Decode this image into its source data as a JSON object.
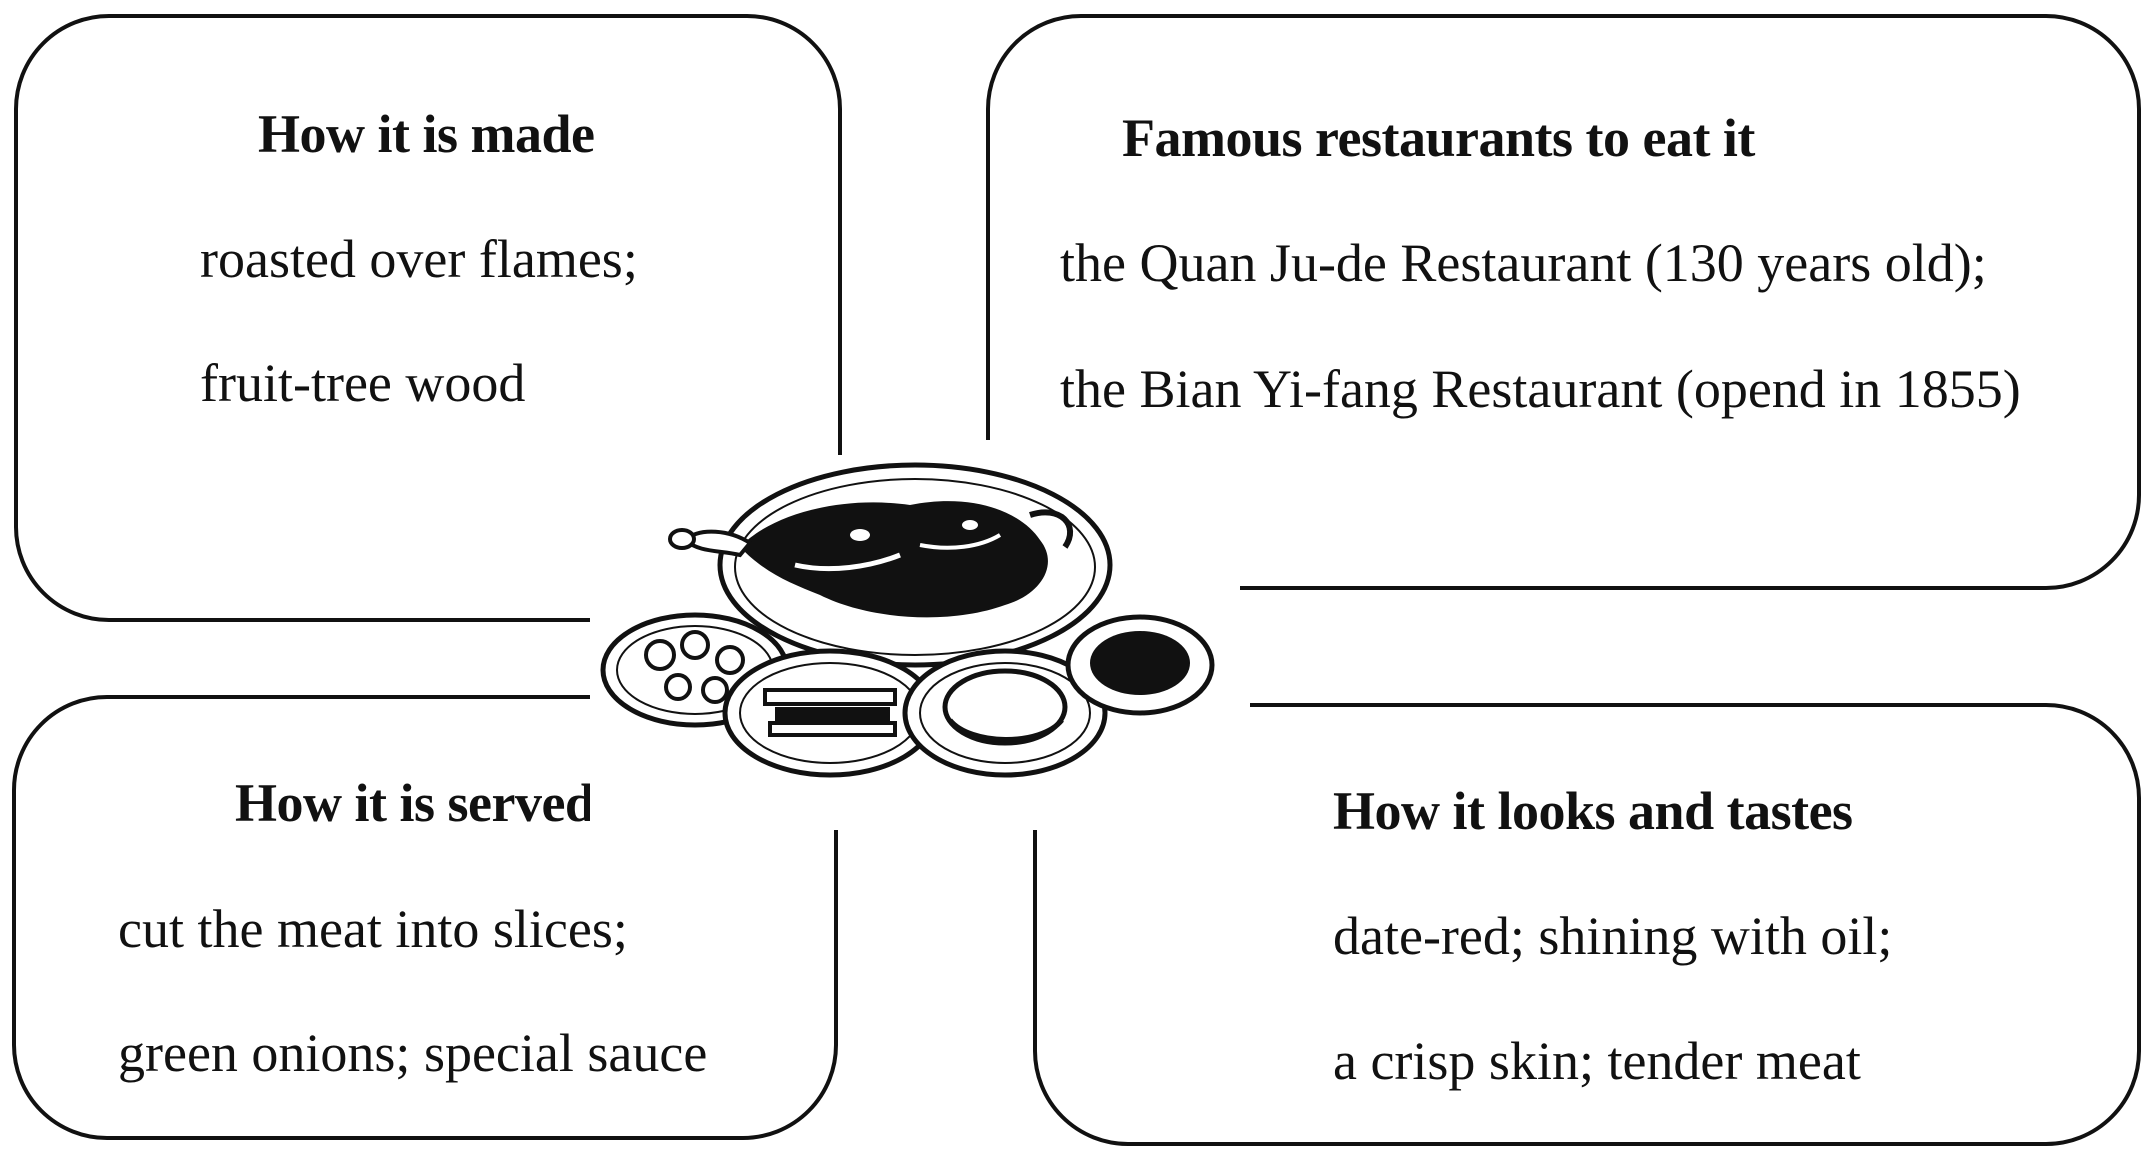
{
  "panels": {
    "made": {
      "heading": "How it is made",
      "lines": [
        "roasted over flames;",
        "fruit-tree wood"
      ]
    },
    "restaurants": {
      "heading": "Famous restaurants to eat it",
      "lines": [
        "the Quan Ju-de Restaurant (130 years old);",
        "the Bian Yi-fang Restaurant (opend in 1855)"
      ]
    },
    "served": {
      "heading": "How it is served",
      "lines": [
        "cut the meat into slices;",
        "green onions; special sauce"
      ]
    },
    "looks": {
      "heading": "How it looks and tastes",
      "lines": [
        "date-red; shining with oil;",
        "a crisp skin; tender meat"
      ]
    }
  },
  "illustration": {
    "icon": "roast-duck-dish-icon"
  }
}
